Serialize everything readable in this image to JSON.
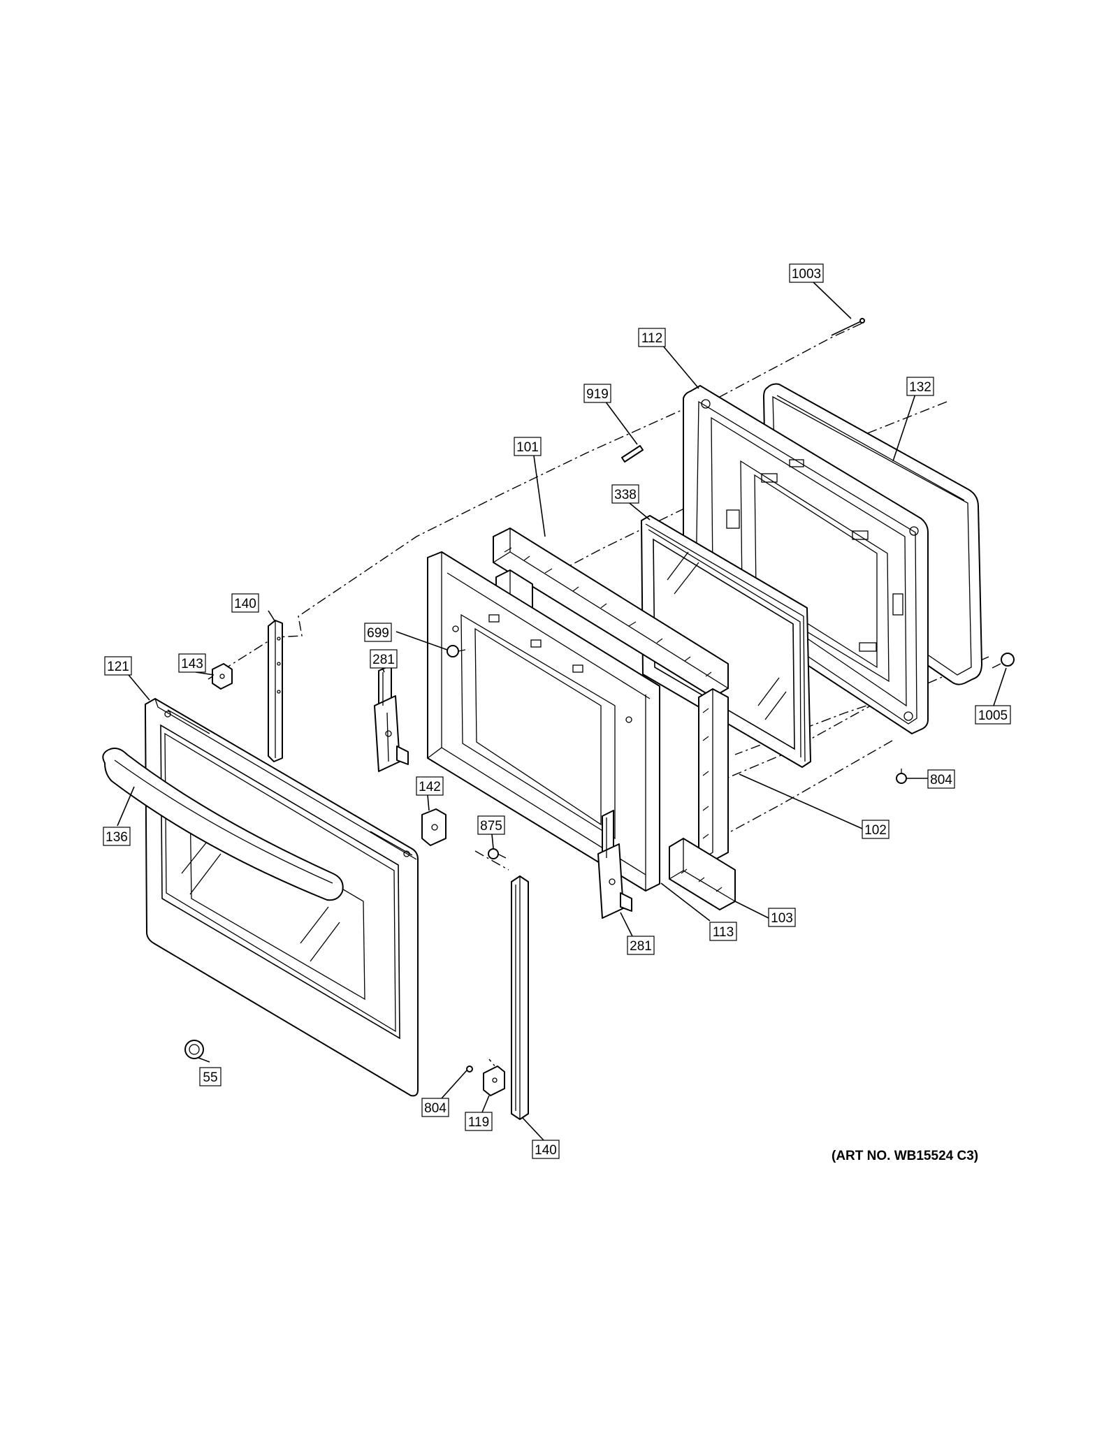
{
  "diagram": {
    "art_number": "(ART NO. WB15524 C3)",
    "callouts": [
      {
        "id": "c1003",
        "label": "1003"
      },
      {
        "id": "c112",
        "label": "112"
      },
      {
        "id": "c132",
        "label": "132"
      },
      {
        "id": "c919",
        "label": "919"
      },
      {
        "id": "c101",
        "label": "101"
      },
      {
        "id": "c338",
        "label": "338"
      },
      {
        "id": "c140a",
        "label": "140"
      },
      {
        "id": "c699",
        "label": "699"
      },
      {
        "id": "c281a",
        "label": "281"
      },
      {
        "id": "c121",
        "label": "121"
      },
      {
        "id": "c143",
        "label": "143"
      },
      {
        "id": "c1005",
        "label": "1005"
      },
      {
        "id": "c804a",
        "label": "804"
      },
      {
        "id": "c142",
        "label": "142"
      },
      {
        "id": "c102",
        "label": "102"
      },
      {
        "id": "c136",
        "label": "136"
      },
      {
        "id": "c875",
        "label": "875"
      },
      {
        "id": "c103",
        "label": "103"
      },
      {
        "id": "c113",
        "label": "113"
      },
      {
        "id": "c281b",
        "label": "281"
      },
      {
        "id": "c55",
        "label": "55"
      },
      {
        "id": "c804b",
        "label": "804"
      },
      {
        "id": "c119",
        "label": "119"
      },
      {
        "id": "c140b",
        "label": "140"
      }
    ]
  }
}
